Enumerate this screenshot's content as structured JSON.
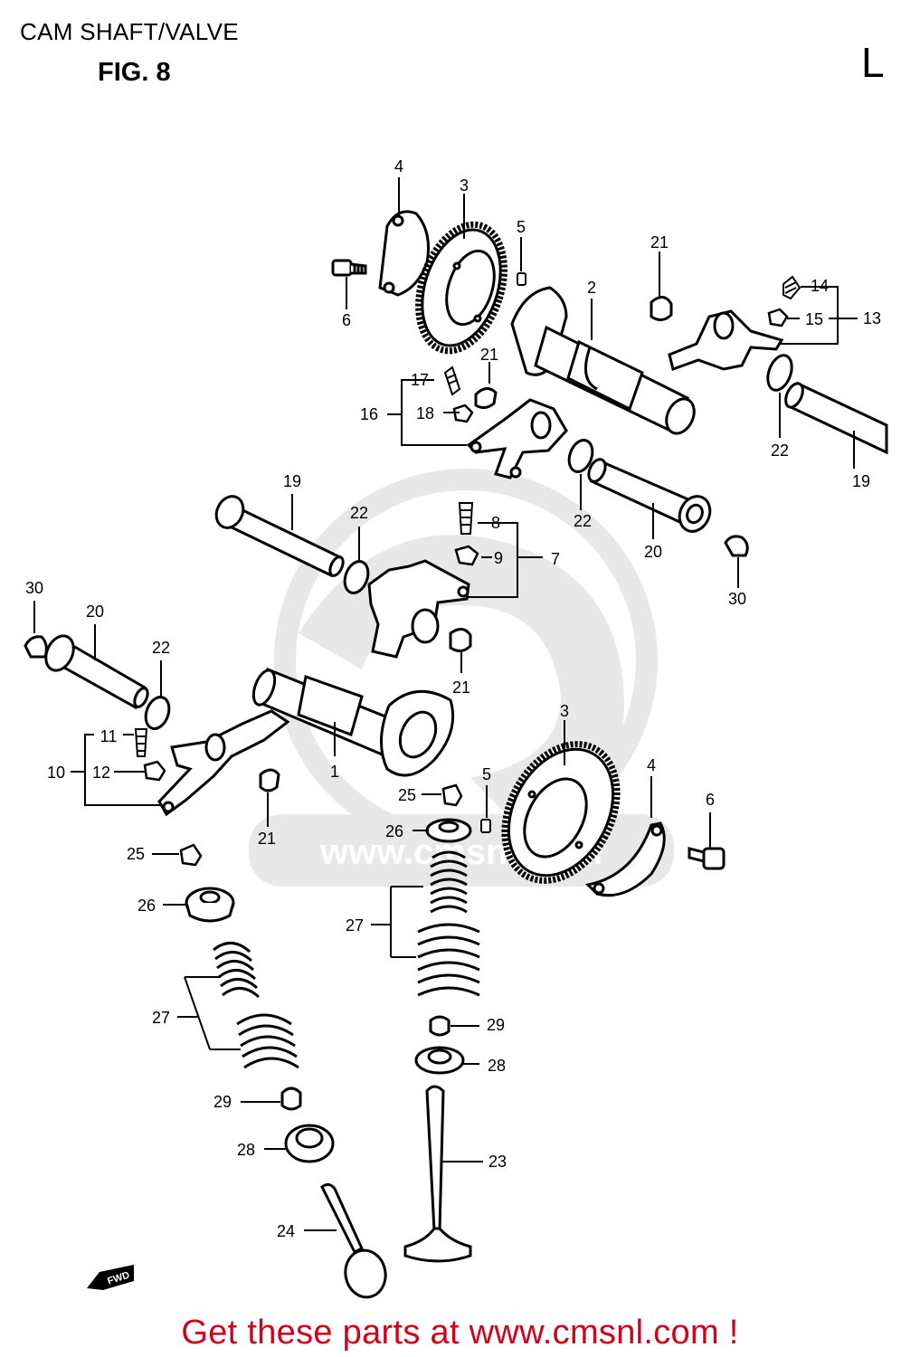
{
  "header": {
    "title": "CAM SHAFT/VALVE",
    "figure": "FIG. 8",
    "variant": "L"
  },
  "labels": {
    "p1": "1",
    "p2": "2",
    "p3a": "3",
    "p3b": "3",
    "p4a": "4",
    "p4b": "4",
    "p5a": "5",
    "p5b": "5",
    "p6a": "6",
    "p6b": "6",
    "p7": "7",
    "p8": "8",
    "p9": "9",
    "p10": "10",
    "p11": "11",
    "p12": "12",
    "p13": "13",
    "p14": "14",
    "p15": "15",
    "p16": "16",
    "p17": "17",
    "p18": "18",
    "p19a": "19",
    "p19b": "19",
    "p20a": "20",
    "p20b": "20",
    "p21a": "21",
    "p21b": "21",
    "p21c": "21",
    "p21d": "21",
    "p22a": "22",
    "p22b": "22",
    "p22c": "22",
    "p22d": "22",
    "p23": "23",
    "p24": "24",
    "p25a": "25",
    "p25b": "25",
    "p26a": "26",
    "p26b": "26",
    "p27a": "27",
    "p27b": "27",
    "p28a": "28",
    "p28b": "28",
    "p29a": "29",
    "p29b": "29",
    "p30a": "30",
    "p30b": "30"
  },
  "fwd_mark": "FWD",
  "watermark": "www.cmsnl.com",
  "footer": {
    "link_text": "Get these parts at www.cmsnl.com !"
  }
}
